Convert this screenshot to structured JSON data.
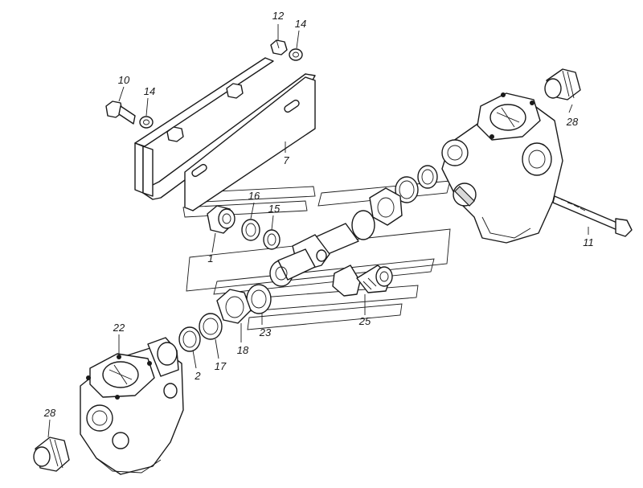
{
  "diagram": {
    "callouts": [
      {
        "id": "c12",
        "label": "12"
      },
      {
        "id": "c14a",
        "label": "14"
      },
      {
        "id": "c10",
        "label": "10"
      },
      {
        "id": "c14b",
        "label": "14"
      },
      {
        "id": "c7",
        "label": "7"
      },
      {
        "id": "c28a",
        "label": "28"
      },
      {
        "id": "c16",
        "label": "16"
      },
      {
        "id": "c15",
        "label": "15"
      },
      {
        "id": "c1",
        "label": "1"
      },
      {
        "id": "c11",
        "label": "11"
      },
      {
        "id": "c23",
        "label": "23"
      },
      {
        "id": "c25",
        "label": "25"
      },
      {
        "id": "c18",
        "label": "18"
      },
      {
        "id": "c17",
        "label": "17"
      },
      {
        "id": "c2",
        "label": "2"
      },
      {
        "id": "c22",
        "label": "22"
      },
      {
        "id": "c28b",
        "label": "28"
      }
    ]
  }
}
